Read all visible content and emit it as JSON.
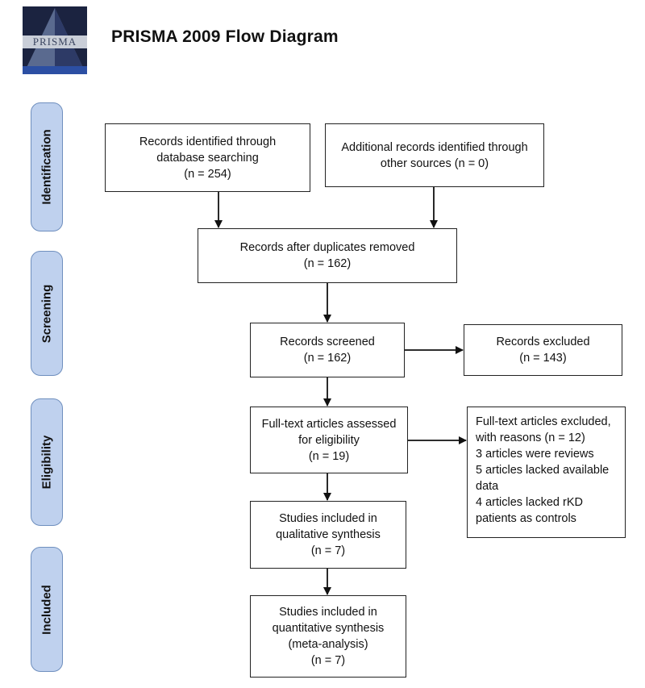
{
  "logo": {
    "icon": "prisma-logo",
    "text": "PRISMA"
  },
  "title": "PRISMA 2009 Flow Diagram",
  "phases": {
    "identification": "Identification",
    "screening": "Screening",
    "eligibility": "Eligibility",
    "included": "Included"
  },
  "boxes": {
    "database": {
      "lines": [
        "Records identified through",
        "database searching",
        "(n = 254)"
      ]
    },
    "other": {
      "lines": [
        "Additional records identified through",
        "other sources (n = 0)"
      ]
    },
    "duplicates": {
      "lines": [
        "Records after duplicates removed",
        "(n = 162)"
      ]
    },
    "screened": {
      "lines": [
        "Records screened",
        "(n = 162)"
      ]
    },
    "excluded": {
      "lines": [
        "Records excluded",
        "(n = 143)"
      ]
    },
    "fulltext": {
      "lines": [
        "Full-text articles assessed",
        "for eligibility",
        "(n = 19)"
      ]
    },
    "fulltext_excluded": {
      "lines": [
        "Full-text articles excluded,",
        "with reasons (n = 12)",
        "3 articles were reviews",
        "5 articles lacked available",
        "data",
        "4 articles lacked rKD",
        "patients as controls"
      ]
    },
    "qualitative": {
      "lines": [
        "Studies included in",
        "qualitative synthesis",
        "(n = 7)"
      ]
    },
    "quantitative": {
      "lines": [
        "Studies included in",
        "quantitative synthesis",
        "(meta-analysis)",
        "(n = 7)"
      ]
    }
  },
  "colors": {
    "phase_fill": "#bfd1ee",
    "phase_border": "#6f8fbe",
    "line": "#111111"
  }
}
